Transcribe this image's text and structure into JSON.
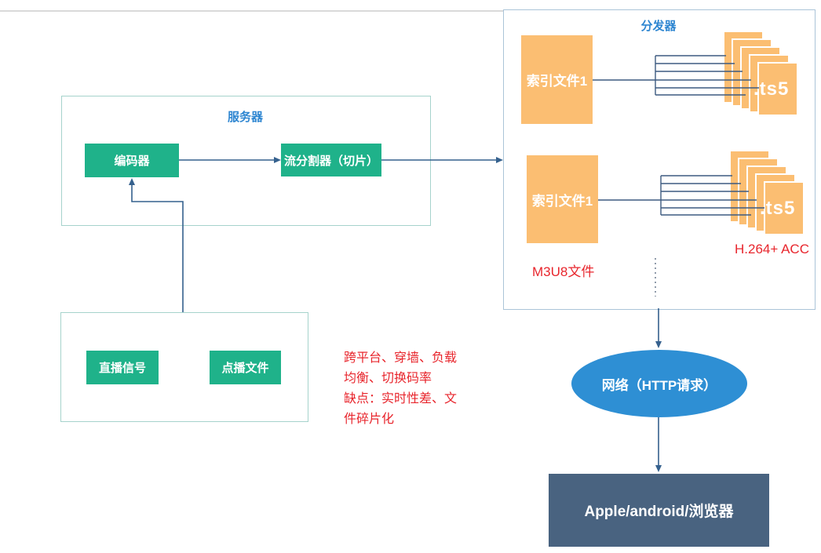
{
  "colors": {
    "node-green": "#1FB28A",
    "file-orange": "#FBBE72",
    "network-blue": "#2E8FD4",
    "client-slate": "#496380",
    "title-blue": "#2E86D1",
    "note-red": "#E8262D",
    "connector": "#35618E",
    "comb-line": "#3D5A80",
    "frame-teal": "#A6D3CC",
    "frame-blue": "#ABC4D8",
    "top-rule-gray": "#D9D9D9",
    "ellipsis-gray": "#6B7A8D"
  },
  "server_group": {
    "title": "服务器",
    "encoder_label": "编码器",
    "splitter_label": "流分割器（切片）"
  },
  "source_group": {
    "live_label": "直播信号",
    "vod_label": "点播文件"
  },
  "notes": {
    "line1": "跨平台、穿墙、负载",
    "line2": "均衡、切换码率",
    "line3": "缺点：实时性差、文",
    "line4": "件碎片化"
  },
  "distributor": {
    "title": "分发器",
    "groups": [
      {
        "index_label": "索引文件1",
        "segment_label": ".ts5"
      },
      {
        "index_label": "索引文件1",
        "segment_label": ".ts5"
      }
    ],
    "m3u8_label": "M3U8文件",
    "codec_label": "H.264+ ACC"
  },
  "network": {
    "label": "网络（HTTP请求）"
  },
  "client": {
    "label": "Apple/android/浏览器"
  }
}
